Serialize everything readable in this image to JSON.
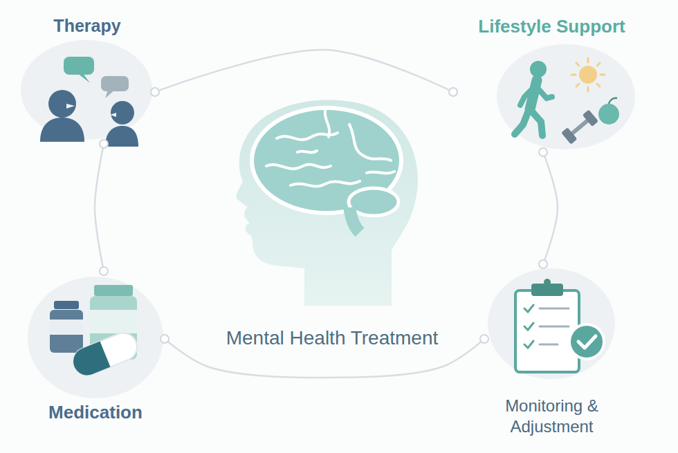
{
  "diagram": {
    "nodes": [
      {
        "text": [
          "Therapy"
        ]
      },
      {
        "text": [
          "Lifestyle Support"
        ]
      },
      {
        "text": [
          "Mental Health Treatment"
        ]
      },
      {
        "text": [
          "Medication"
        ]
      },
      {
        "text": [
          "Monitoring & Adjustment"
        ]
      }
    ],
    "edges": [
      {
        "from": 0,
        "to": 1,
        "arrow": "none"
      },
      {
        "from": 1,
        "to": 4,
        "arrow": "none"
      },
      {
        "from": 4,
        "to": 3,
        "arrow": "none"
      },
      {
        "from": 3,
        "to": 0,
        "arrow": "none"
      }
    ]
  }
}
